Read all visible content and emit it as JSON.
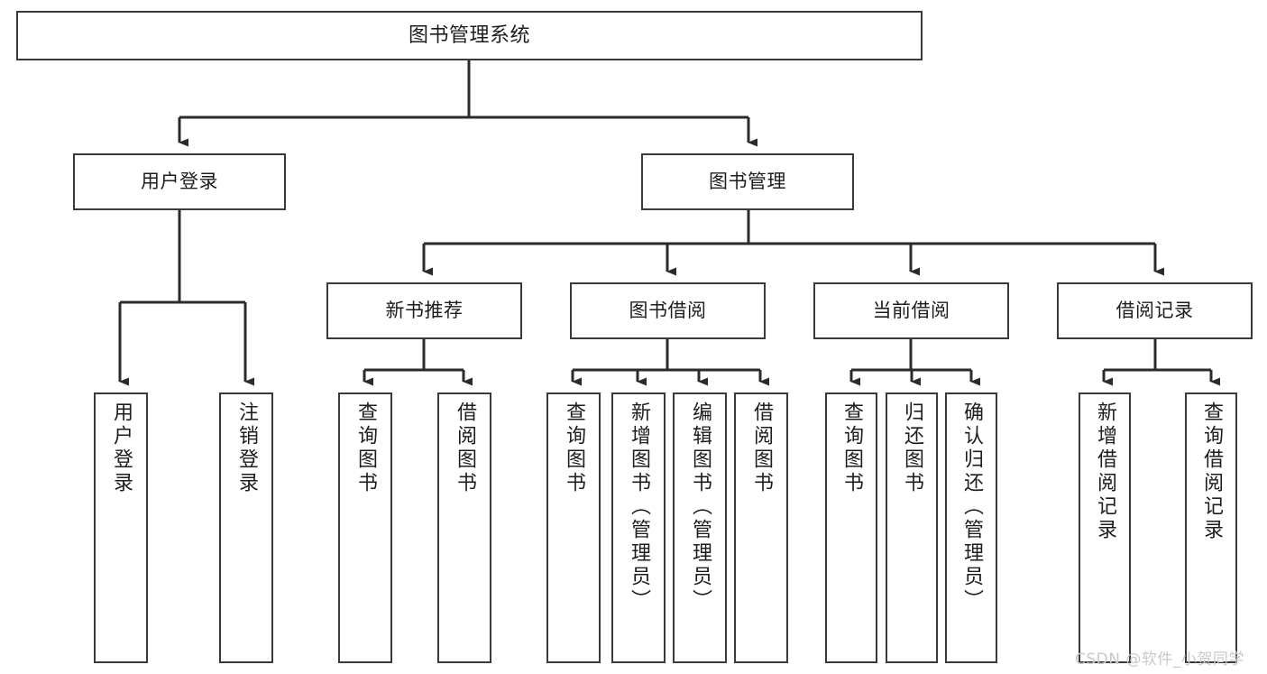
{
  "diagram": {
    "type": "tree-hierarchy",
    "title": "图书管理系统",
    "orientation": "top-down",
    "colors": {
      "box_border": "#3a3a3a",
      "box_fill": "#ffffff",
      "connector": "#2b2b2b",
      "text": "#1d1d1d",
      "watermark": "#c9c9c9"
    }
  },
  "root": {
    "label": "图书管理系统"
  },
  "level2": [
    {
      "label": "用户登录"
    },
    {
      "label": "图书管理"
    }
  ],
  "level3": [
    {
      "label": "新书推荐"
    },
    {
      "label": "图书借阅"
    },
    {
      "label": "当前借阅"
    },
    {
      "label": "借阅记录"
    }
  ],
  "leaves": {
    "user_login": [
      {
        "label": "用户登录"
      },
      {
        "label": "注销登录"
      }
    ],
    "new_book_recommend": [
      {
        "label": "查询图书"
      },
      {
        "label": "借阅图书"
      }
    ],
    "book_borrow": [
      {
        "label": "查询图书"
      },
      {
        "label": "新增图书（管理员）"
      },
      {
        "label": "编辑图书（管理员）"
      },
      {
        "label": "借阅图书"
      }
    ],
    "current_borrow": [
      {
        "label": "查询图书"
      },
      {
        "label": "归还图书"
      },
      {
        "label": "确认归还（管理员）"
      }
    ],
    "borrow_record": [
      {
        "label": "新增借阅记录"
      },
      {
        "label": "查询借阅记录"
      }
    ]
  },
  "watermark": {
    "text": "CSDN @软件_小贺同学"
  }
}
